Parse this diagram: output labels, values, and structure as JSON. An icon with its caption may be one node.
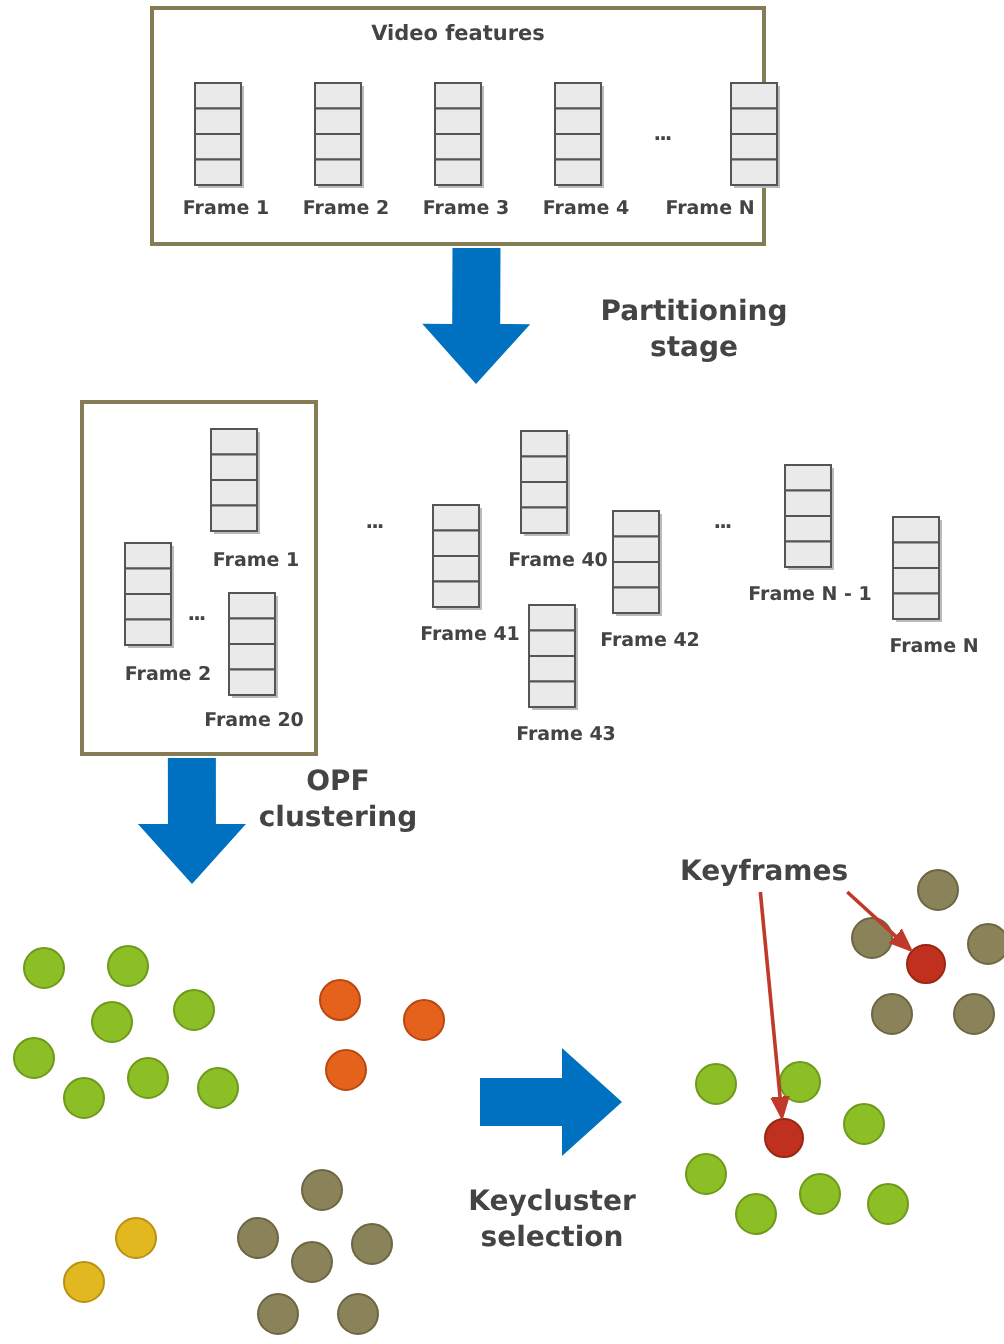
{
  "diagram": {
    "nodes": [
      {
        "text": [
          "Video features"
        ]
      },
      {
        "text": [
          "Frame 1"
        ],
        "in": 0
      },
      {
        "text": [
          "Frame 2"
        ],
        "in": 0
      },
      {
        "text": [
          "Frame 3"
        ],
        "in": 0
      },
      {
        "text": [
          "Frame 4"
        ],
        "in": 0
      },
      {
        "text": [
          "Frame N"
        ],
        "in": 0
      },
      {
        "text": [],
        "shape": "box"
      },
      {
        "text": [
          "Frame 1"
        ],
        "in": 6
      },
      {
        "text": [
          "Frame 2"
        ],
        "in": 6
      },
      {
        "text": [
          "Frame 20"
        ],
        "in": 6
      },
      {
        "text": [
          "Frame 40"
        ]
      },
      {
        "text": [
          "Frame 41"
        ]
      },
      {
        "text": [
          "Frame 42"
        ]
      },
      {
        "text": [
          "Frame 43"
        ]
      },
      {
        "text": [
          "Frame N - 1"
        ]
      },
      {
        "text": [
          "Frame N"
        ]
      },
      {
        "text": [
          "Keyframes"
        ]
      },
      {
        "text": [],
        "shape": "circle"
      },
      {
        "text": [],
        "shape": "circle"
      }
    ],
    "edges": [
      {
        "from": 0,
        "to": null,
        "arrow": "to",
        "label": "Partitioning stage",
        "style": "thick"
      },
      {
        "from": 6,
        "to": null,
        "arrow": "to",
        "label": "OPF clustering",
        "style": "thick"
      },
      {
        "from": 16,
        "to": 18,
        "arrow": "to",
        "color": "#c0392b"
      },
      {
        "from": 16,
        "to": 17,
        "arrow": "to",
        "color": "#c0392b"
      }
    ],
    "labels": [
      "...",
      "...",
      "...",
      "...",
      "Keycluster selection"
    ]
  }
}
